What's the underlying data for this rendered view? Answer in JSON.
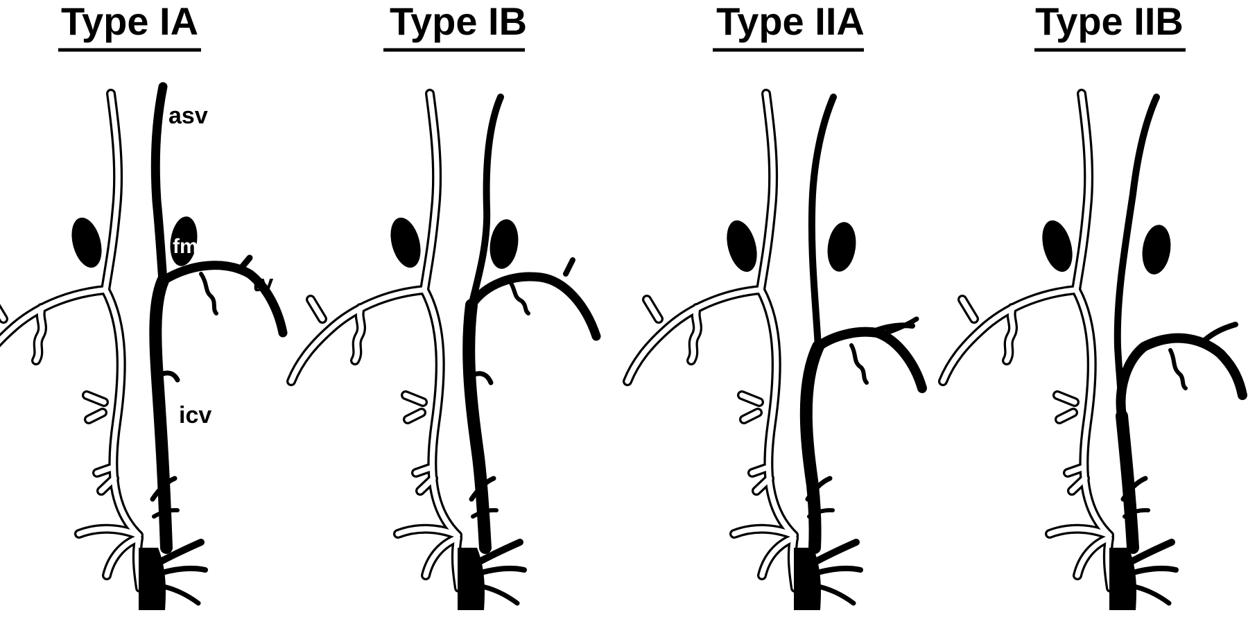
{
  "panels": [
    {
      "title": "Type IA",
      "labels": {
        "asv": "asv",
        "fm": "fm",
        "tv": "tv",
        "icv": "icv"
      }
    },
    {
      "title": "Type IB"
    },
    {
      "title": "Type IIA"
    },
    {
      "title": "Type IIB"
    }
  ]
}
